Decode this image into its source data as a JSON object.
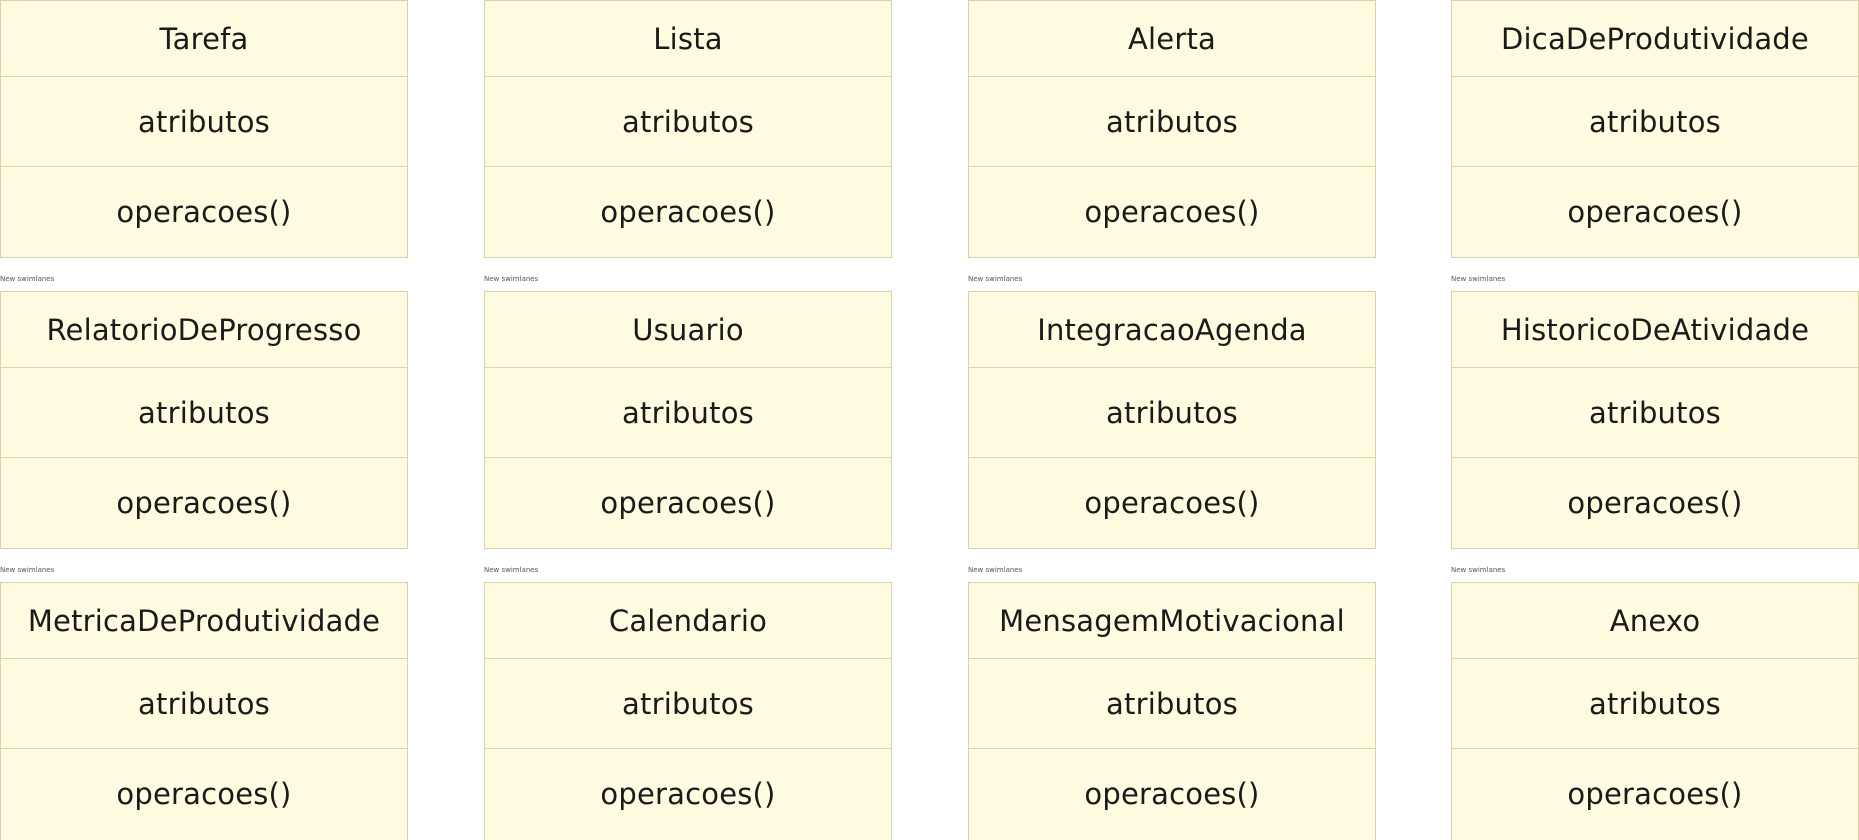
{
  "classes": [
    {
      "name": "Tarefa",
      "attributes": "atributos",
      "operations": "operacoes()"
    },
    {
      "name": "Lista",
      "attributes": "atributos",
      "operations": "operacoes()"
    },
    {
      "name": "Alerta",
      "attributes": "atributos",
      "operations": "operacoes()"
    },
    {
      "name": "DicaDeProdutividade",
      "attributes": "atributos",
      "operations": "operacoes()"
    },
    {
      "name": "RelatorioDeProgresso",
      "attributes": "atributos",
      "operations": "operacoes()"
    },
    {
      "name": "Usuario",
      "attributes": "atributos",
      "operations": "operacoes()"
    },
    {
      "name": "IntegracaoAgenda",
      "attributes": "atributos",
      "operations": "operacoes()"
    },
    {
      "name": "HistoricoDeAtividade",
      "attributes": "atributos",
      "operations": "operacoes()"
    },
    {
      "name": "MetricaDeProdutividade",
      "attributes": "atributos",
      "operations": "operacoes()"
    },
    {
      "name": "Calendario",
      "attributes": "atributos",
      "operations": "operacoes()"
    },
    {
      "name": "MensagemMotivacional",
      "attributes": "atributos",
      "operations": "operacoes()"
    },
    {
      "name": "Anexo",
      "attributes": "atributos",
      "operations": "operacoes()"
    }
  ],
  "swimlanes": [
    "New swimlanes",
    "New swimlanes",
    "New swimlanes",
    "New swimlanes",
    "New swimlanes",
    "New swimlanes",
    "New swimlanes",
    "New swimlanes"
  ]
}
